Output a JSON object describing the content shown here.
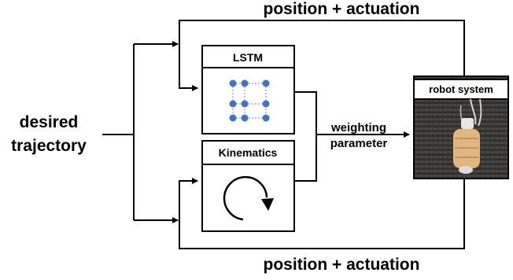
{
  "labels": {
    "top_feedback": "position + actuation",
    "bottom_feedback": "position + actuation",
    "input_line1": "desired",
    "input_line2": "trajectory",
    "lstm": "LSTM",
    "kinematics": "Kinematics",
    "output_line1": "weighting",
    "output_line2": "parameter",
    "robot": "robot system"
  },
  "icons": {
    "lstm_body": "neural-network-grid-icon",
    "kinematics_body": "circular-arrow-icon",
    "robot_body": "robot-photo"
  },
  "colors": {
    "line": "#000000",
    "node": "#4472c4",
    "photo_bg": "#3a3733"
  }
}
